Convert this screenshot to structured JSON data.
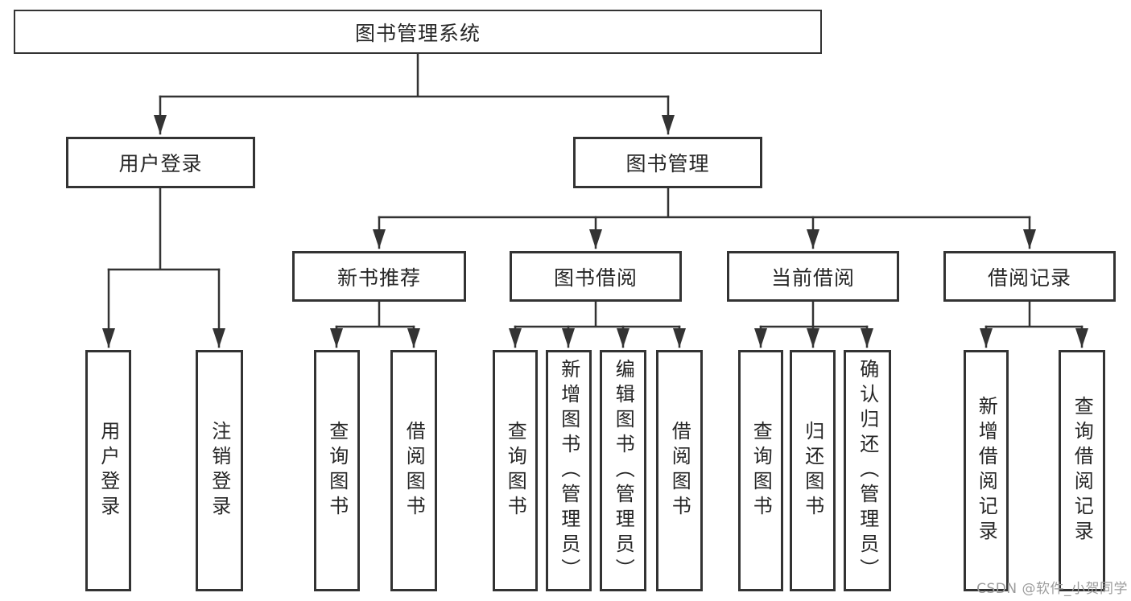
{
  "diagram": {
    "root": {
      "label": "图书管理系统"
    },
    "level2": [
      {
        "label": "用户登录",
        "parent": "图书管理系统"
      },
      {
        "label": "图书管理",
        "parent": "图书管理系统"
      }
    ],
    "level3": [
      {
        "label": "新书推荐",
        "parent": "图书管理"
      },
      {
        "label": "图书借阅",
        "parent": "图书管理"
      },
      {
        "label": "当前借阅",
        "parent": "图书管理"
      },
      {
        "label": "借阅记录",
        "parent": "图书管理"
      }
    ],
    "leaves": [
      {
        "label": "用户登录",
        "parent": "用户登录"
      },
      {
        "label": "注销登录",
        "parent": "用户登录"
      },
      {
        "label": "查询图书",
        "parent": "新书推荐"
      },
      {
        "label": "借阅图书",
        "parent": "新书推荐"
      },
      {
        "label": "查询图书",
        "parent": "图书借阅"
      },
      {
        "label": "新增图书（管理员）",
        "parent": "图书借阅"
      },
      {
        "label": "编辑图书（管理员）",
        "parent": "图书借阅"
      },
      {
        "label": "借阅图书",
        "parent": "图书借阅"
      },
      {
        "label": "查询图书",
        "parent": "当前借阅"
      },
      {
        "label": "归还图书",
        "parent": "当前借阅"
      },
      {
        "label": "确认归还（管理员）",
        "parent": "当前借阅"
      },
      {
        "label": "新增借阅记录",
        "parent": "借阅记录"
      },
      {
        "label": "查询借阅记录",
        "parent": "借阅记录"
      }
    ]
  },
  "watermark": {
    "text": "CSDN @软件_小贺同学",
    "color": "#9c9c9c"
  },
  "colors": {
    "background": "#ffffff",
    "line": "#333333",
    "box_border": "#333333",
    "text": "#262626"
  }
}
